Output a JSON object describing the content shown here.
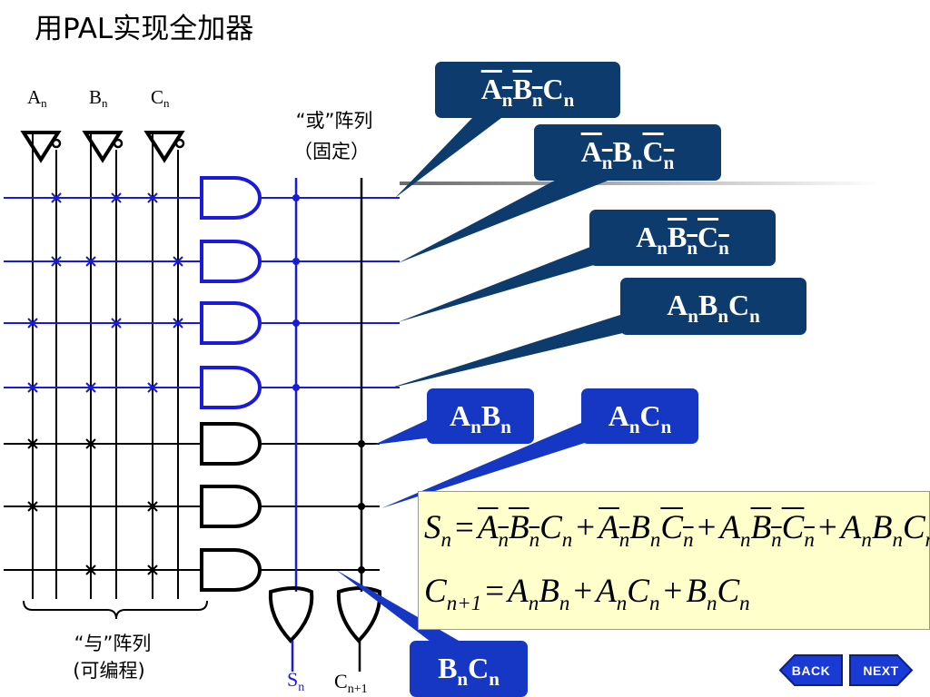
{
  "title": "用PAL实现全加器",
  "inputs": [
    {
      "id": "a",
      "letter": "A",
      "sub": "n"
    },
    {
      "id": "b",
      "letter": "B",
      "sub": "n"
    },
    {
      "id": "c",
      "letter": "C",
      "sub": "n"
    }
  ],
  "or_array_label": [
    "“或”阵列",
    "（固定）"
  ],
  "and_array_label": [
    "“与”阵列",
    "(可编程)"
  ],
  "outputs": {
    "s": {
      "letter": "S",
      "sub": "n"
    },
    "c": {
      "letter": "C",
      "sub": "n+1"
    }
  },
  "callouts": [
    {
      "id": "t1",
      "letters": [
        [
          "A",
          "n",
          true
        ],
        [
          "B",
          "n",
          true
        ],
        [
          "C",
          "n",
          false
        ]
      ]
    },
    {
      "id": "t2",
      "letters": [
        [
          "A",
          "n",
          true
        ],
        [
          "B",
          "n",
          false
        ],
        [
          "C",
          "n",
          true
        ]
      ]
    },
    {
      "id": "t3",
      "letters": [
        [
          "A",
          "n",
          false
        ],
        [
          "B",
          "n",
          true
        ],
        [
          "C",
          "n",
          true
        ]
      ]
    },
    {
      "id": "t4",
      "letters": [
        [
          "A",
          "n",
          false
        ],
        [
          "B",
          "n",
          false
        ],
        [
          "C",
          "n",
          false
        ]
      ]
    },
    {
      "id": "t5",
      "letters": [
        [
          "A",
          "n",
          false
        ],
        [
          "B",
          "n",
          false
        ]
      ]
    },
    {
      "id": "t6",
      "letters": [
        [
          "A",
          "n",
          false
        ],
        [
          "C",
          "n",
          false
        ]
      ]
    },
    {
      "id": "t7",
      "letters": [
        [
          "B",
          "n",
          false
        ],
        [
          "C",
          "n",
          false
        ]
      ]
    }
  ],
  "equations": {
    "sum": {
      "lhs": [
        "S",
        "n"
      ],
      "eq": "=",
      "plus": "+",
      "terms": [
        [
          [
            "A",
            "n",
            true
          ],
          [
            "B",
            "n",
            true
          ],
          [
            "C",
            "n",
            false
          ]
        ],
        [
          [
            "A",
            "n",
            true
          ],
          [
            "B",
            "n",
            false
          ],
          [
            "C",
            "n",
            true
          ]
        ],
        [
          [
            "A",
            "n",
            false
          ],
          [
            "B",
            "n",
            true
          ],
          [
            "C",
            "n",
            true
          ]
        ],
        [
          [
            "A",
            "n",
            false
          ],
          [
            "B",
            "n",
            false
          ],
          [
            "C",
            "n",
            false
          ]
        ]
      ]
    },
    "carry": {
      "lhs": [
        "C",
        "n+1"
      ],
      "eq": "=",
      "plus": "+",
      "terms": [
        [
          [
            "A",
            "n",
            false
          ],
          [
            "B",
            "n",
            false
          ]
        ],
        [
          [
            "A",
            "n",
            false
          ],
          [
            "C",
            "n",
            false
          ]
        ],
        [
          [
            "B",
            "n",
            false
          ],
          [
            "C",
            "n",
            false
          ]
        ]
      ]
    }
  },
  "nav": {
    "back": "BACK",
    "next": "NEXT"
  },
  "colors": {
    "blue_rows": "#1a1adc",
    "black_rows": "#000000",
    "callout_dark": "#0d3b6e",
    "callout_bright": "#1636c4",
    "equation_bg": "#ffffcc",
    "nav_button": "#1a3ad6"
  }
}
